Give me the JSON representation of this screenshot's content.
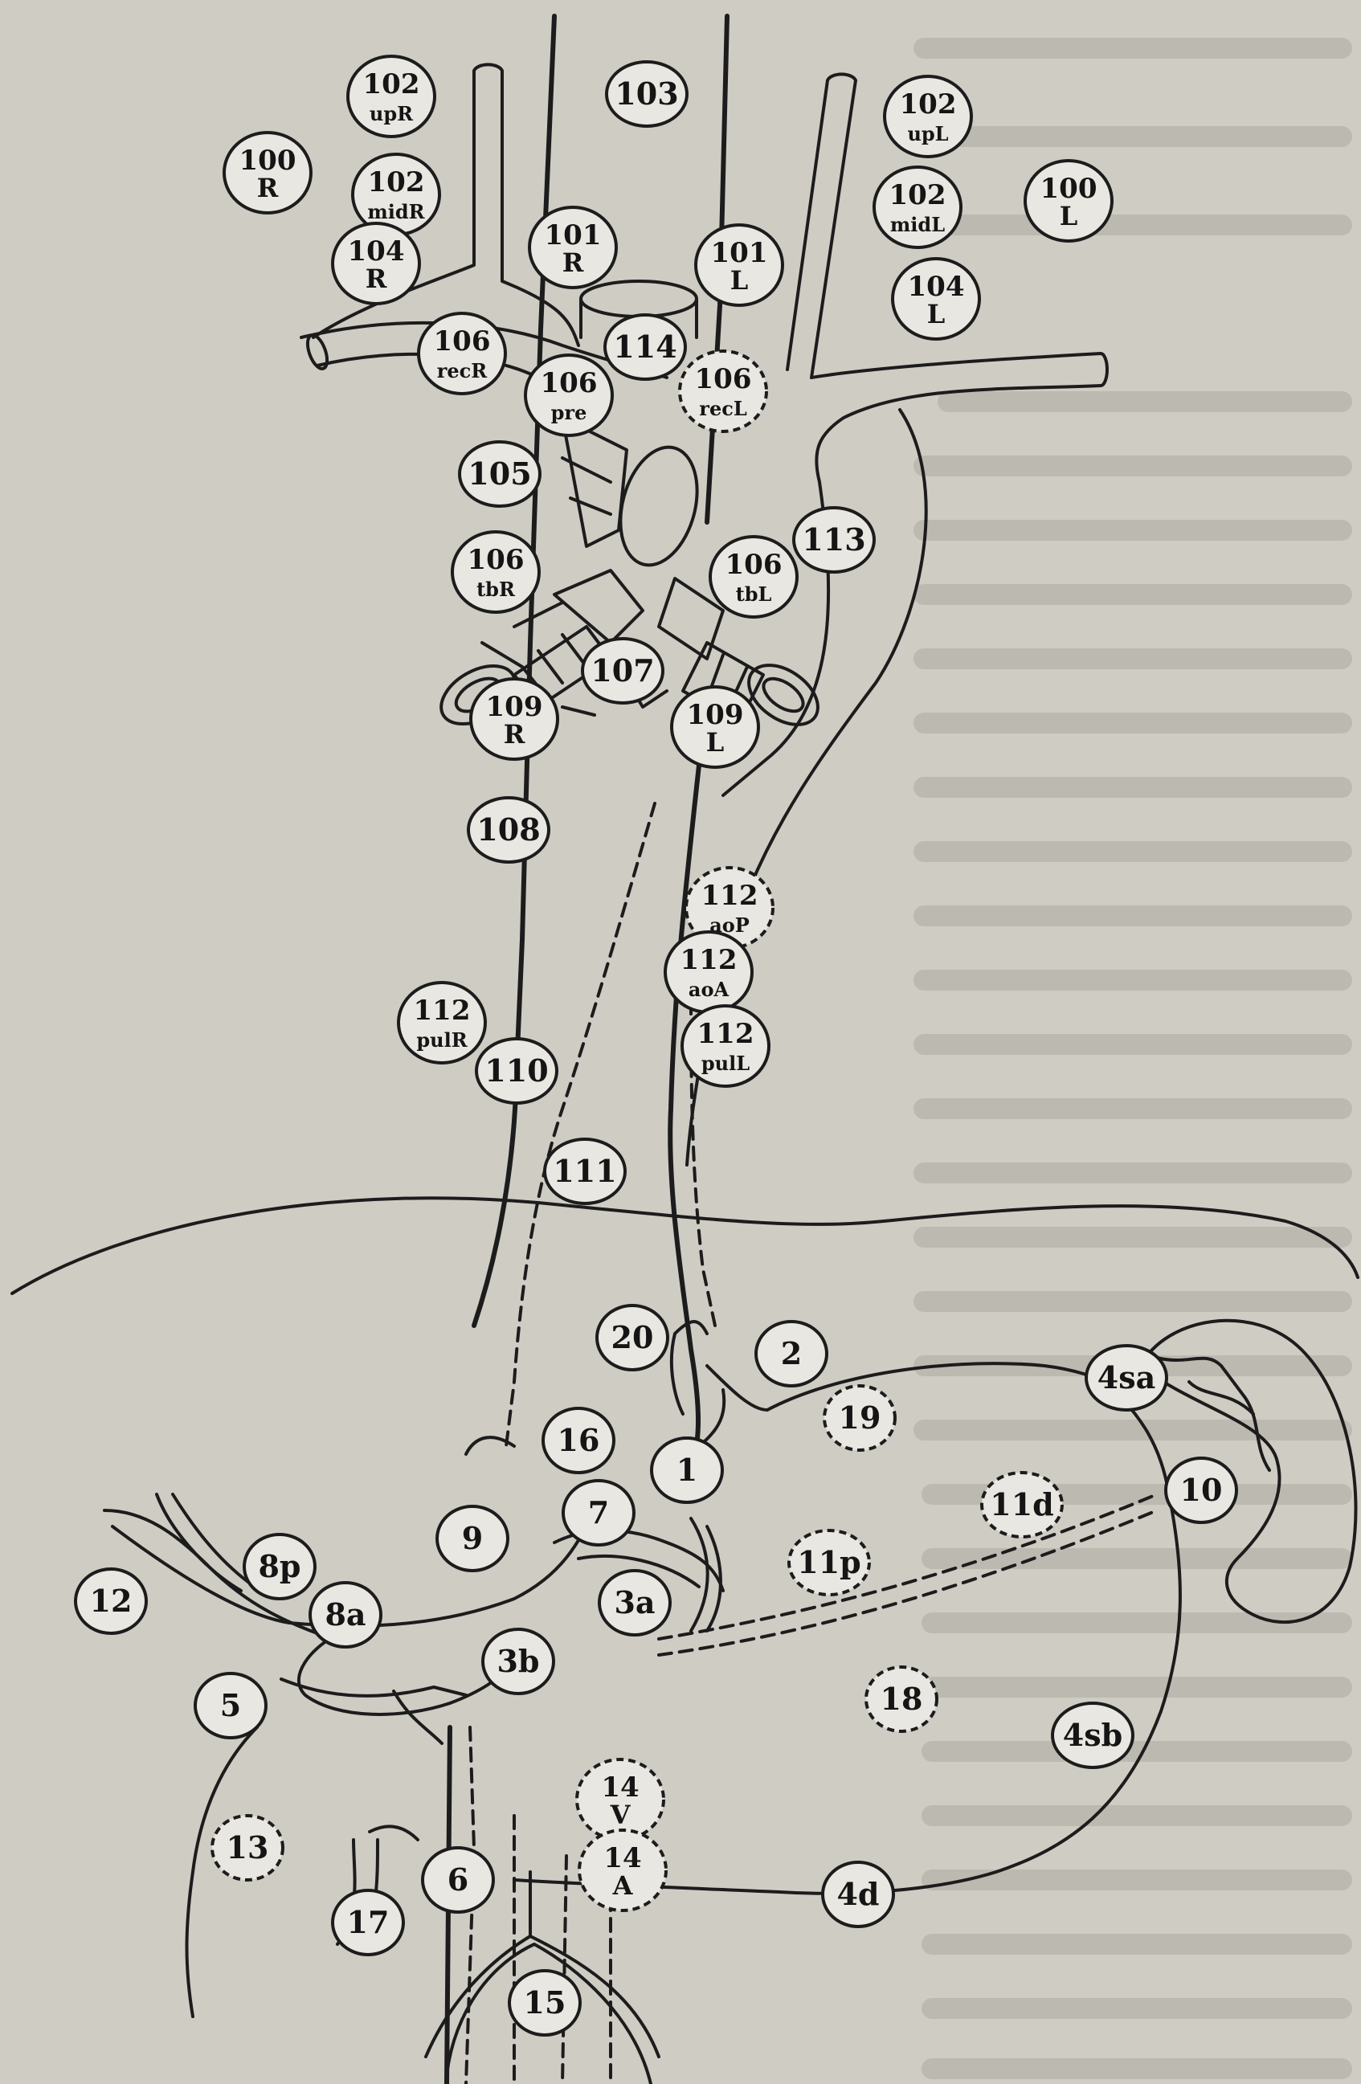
{
  "figure": {
    "background": "#cfccc4",
    "line_color": "#1c1c1c",
    "node_fill": "#e9e7e1"
  },
  "nodes": [
    {
      "id": "n102upR",
      "label": "102",
      "sub": "upR",
      "border": "solid"
    },
    {
      "id": "n103",
      "label": "103",
      "sub": "",
      "border": "solid"
    },
    {
      "id": "n102upL",
      "label": "102",
      "sub": "upL",
      "border": "solid"
    },
    {
      "id": "n100R",
      "label": "100",
      "sub": "R",
      "border": "solid"
    },
    {
      "id": "n102midR",
      "label": "102",
      "sub": "midR",
      "border": "solid"
    },
    {
      "id": "n102midL",
      "label": "102",
      "sub": "midL",
      "border": "solid"
    },
    {
      "id": "n100L",
      "label": "100",
      "sub": "L",
      "border": "solid"
    },
    {
      "id": "n104R",
      "label": "104",
      "sub": "R",
      "border": "solid"
    },
    {
      "id": "n101R",
      "label": "101",
      "sub": "R",
      "border": "solid"
    },
    {
      "id": "n101L",
      "label": "101",
      "sub": "L",
      "border": "solid"
    },
    {
      "id": "n104L",
      "label": "104",
      "sub": "L",
      "border": "solid"
    },
    {
      "id": "n114",
      "label": "114",
      "sub": "",
      "border": "solid"
    },
    {
      "id": "n106recR",
      "label": "106",
      "sub": "recR",
      "border": "solid"
    },
    {
      "id": "n106pre",
      "label": "106",
      "sub": "pre",
      "border": "solid"
    },
    {
      "id": "n106recL",
      "label": "106",
      "sub": "recL",
      "border": "dashed"
    },
    {
      "id": "n105",
      "label": "105",
      "sub": "",
      "border": "solid"
    },
    {
      "id": "n113",
      "label": "113",
      "sub": "",
      "border": "solid"
    },
    {
      "id": "n106tbR",
      "label": "106",
      "sub": "tbR",
      "border": "solid"
    },
    {
      "id": "n106tbL",
      "label": "106",
      "sub": "tbL",
      "border": "solid"
    },
    {
      "id": "n107",
      "label": "107",
      "sub": "",
      "border": "solid"
    },
    {
      "id": "n109R",
      "label": "109",
      "sub": "R",
      "border": "solid"
    },
    {
      "id": "n109L",
      "label": "109",
      "sub": "L",
      "border": "solid"
    },
    {
      "id": "n108",
      "label": "108",
      "sub": "",
      "border": "solid"
    },
    {
      "id": "n112aoP",
      "label": "112",
      "sub": "aoP",
      "border": "dashed"
    },
    {
      "id": "n112aoA",
      "label": "112",
      "sub": "aoA",
      "border": "solid"
    },
    {
      "id": "n112pulR",
      "label": "112",
      "sub": "pulR",
      "border": "solid"
    },
    {
      "id": "n112pulL",
      "label": "112",
      "sub": "pulL",
      "border": "solid"
    },
    {
      "id": "n110",
      "label": "110",
      "sub": "",
      "border": "solid"
    },
    {
      "id": "n111",
      "label": "111",
      "sub": "",
      "border": "solid"
    },
    {
      "id": "n20",
      "label": "20",
      "sub": "",
      "border": "solid"
    },
    {
      "id": "n2",
      "label": "2",
      "sub": "",
      "border": "solid"
    },
    {
      "id": "n4sa",
      "label": "4sa",
      "sub": "",
      "border": "solid"
    },
    {
      "id": "n19",
      "label": "19",
      "sub": "",
      "border": "dashed"
    },
    {
      "id": "n16",
      "label": "16",
      "sub": "",
      "border": "solid"
    },
    {
      "id": "n1",
      "label": "1",
      "sub": "",
      "border": "solid"
    },
    {
      "id": "n10",
      "label": "10",
      "sub": "",
      "border": "solid"
    },
    {
      "id": "n11d",
      "label": "11d",
      "sub": "",
      "border": "dashed"
    },
    {
      "id": "n7",
      "label": "7",
      "sub": "",
      "border": "solid"
    },
    {
      "id": "n9",
      "label": "9",
      "sub": "",
      "border": "solid"
    },
    {
      "id": "n11p",
      "label": "11p",
      "sub": "",
      "border": "dashed"
    },
    {
      "id": "n8p",
      "label": "8p",
      "sub": "",
      "border": "solid"
    },
    {
      "id": "n12",
      "label": "12",
      "sub": "",
      "border": "solid"
    },
    {
      "id": "n8a",
      "label": "8a",
      "sub": "",
      "border": "solid"
    },
    {
      "id": "n3a",
      "label": "3a",
      "sub": "",
      "border": "solid"
    },
    {
      "id": "n3b",
      "label": "3b",
      "sub": "",
      "border": "solid"
    },
    {
      "id": "n5",
      "label": "5",
      "sub": "",
      "border": "solid"
    },
    {
      "id": "n18",
      "label": "18",
      "sub": "",
      "border": "dashed"
    },
    {
      "id": "n4sb",
      "label": "4sb",
      "sub": "",
      "border": "solid"
    },
    {
      "id": "n14V",
      "label": "14",
      "sub": "V",
      "border": "dashed"
    },
    {
      "id": "n13",
      "label": "13",
      "sub": "",
      "border": "dashed"
    },
    {
      "id": "n14A",
      "label": "14",
      "sub": "A",
      "border": "dashed"
    },
    {
      "id": "n6",
      "label": "6",
      "sub": "",
      "border": "solid"
    },
    {
      "id": "n4d",
      "label": "4d",
      "sub": "",
      "border": "solid"
    },
    {
      "id": "n17",
      "label": "17",
      "sub": "",
      "border": "solid"
    },
    {
      "id": "n15",
      "label": "15",
      "sub": "",
      "border": "solid"
    }
  ]
}
